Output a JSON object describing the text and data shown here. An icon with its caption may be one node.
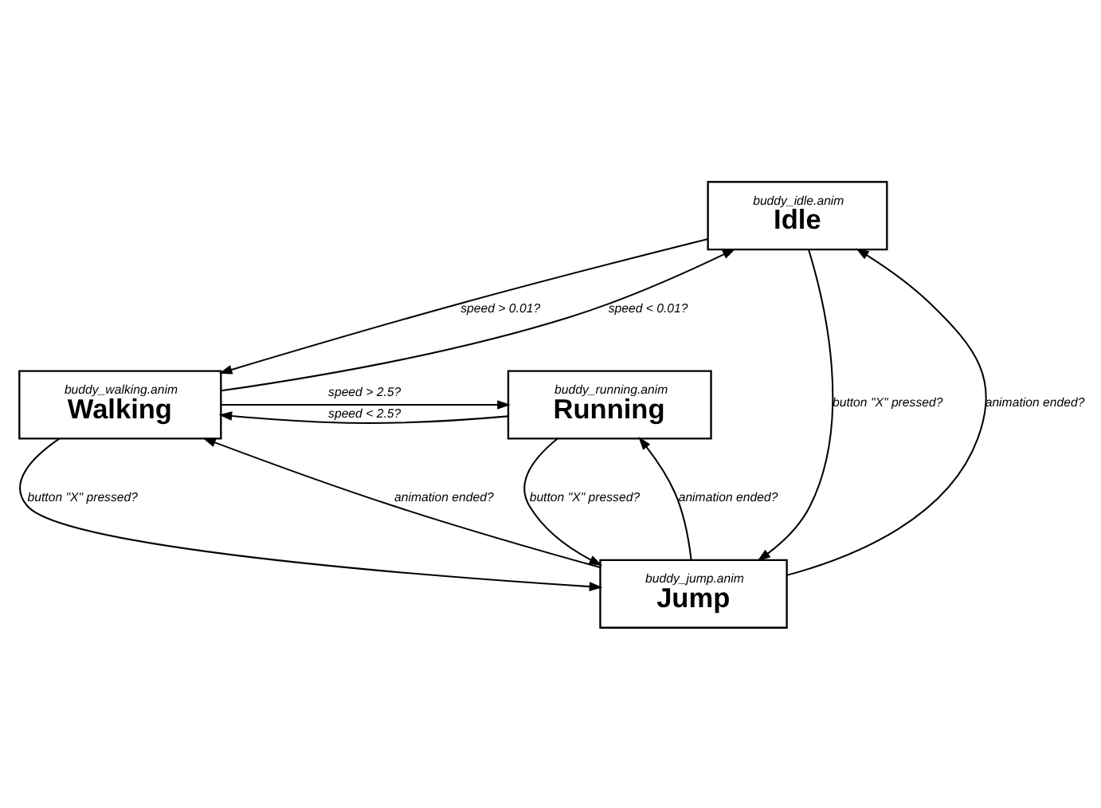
{
  "diagram": {
    "nodes": [
      {
        "text": [
          "buddy_idle.anim",
          "Idle"
        ]
      },
      {
        "text": [
          "buddy_walking.anim",
          "Walking"
        ]
      },
      {
        "text": [
          "buddy_running.anim",
          "Running"
        ]
      },
      {
        "text": [
          "buddy_jump.anim",
          "Jump"
        ]
      }
    ],
    "edges": [
      {
        "from": 0,
        "to": 1,
        "arrow": "to",
        "label": "speed > 0.01?"
      },
      {
        "from": 1,
        "to": 0,
        "arrow": "to",
        "label": "speed < 0.01?"
      },
      {
        "from": 1,
        "to": 2,
        "arrow": "to",
        "label": "speed > 2.5?"
      },
      {
        "from": 2,
        "to": 1,
        "arrow": "to",
        "label": "speed < 2.5?"
      },
      {
        "from": 0,
        "to": 3,
        "arrow": "to",
        "label": "button \"X\" pressed?"
      },
      {
        "from": 3,
        "to": 0,
        "arrow": "to",
        "label": "animation ended?"
      },
      {
        "from": 1,
        "to": 3,
        "arrow": "to",
        "label": "button \"X\" pressed?"
      },
      {
        "from": 3,
        "to": 1,
        "arrow": "to",
        "label": "animation ended?"
      },
      {
        "from": 3,
        "to": 2,
        "arrow": "to",
        "label": "animation ended?"
      },
      {
        "from": 2,
        "to": 3,
        "arrow": "to",
        "label": "button \"X\" pressed?"
      }
    ]
  }
}
